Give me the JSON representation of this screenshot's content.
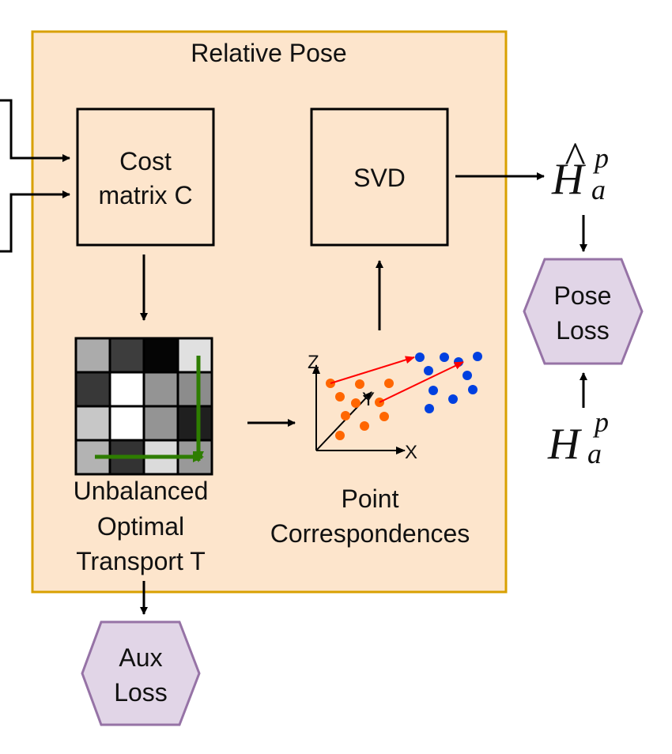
{
  "container": {
    "title": "Relative Pose",
    "fill": "#fde5cc",
    "stroke": "#d8a000"
  },
  "cost_block": {
    "line1": "Cost",
    "line2": "matrix C"
  },
  "svd_block": {
    "label": "SVD"
  },
  "transport": {
    "line1": "Unbalanced",
    "line2": "Optimal",
    "line3": "Transport T",
    "grid_levels": [
      [
        0.67,
        0.24,
        0.02,
        0.88
      ],
      [
        0.22,
        1.0,
        0.58,
        0.55
      ],
      [
        0.78,
        1.0,
        0.58,
        0.12
      ],
      [
        0.7,
        0.2,
        0.86,
        0.6
      ]
    ],
    "arrow_color": "#2e7d00"
  },
  "correspondences": {
    "line1": "Point",
    "line2": "Correspondences",
    "axis_labels": {
      "z": "Z",
      "y": "Y",
      "x": "X"
    },
    "source_color": "#ff6600",
    "target_color": "#0040e0",
    "match_color": "#ff0000"
  },
  "estimate": {
    "base": "H",
    "sup": "p",
    "sub": "a",
    "accent": "^"
  },
  "ground_truth": {
    "base": "H",
    "sup": "p",
    "sub": "a"
  },
  "pose_loss": {
    "line1": "Pose",
    "line2": "Loss"
  },
  "aux_loss": {
    "line1": "Aux",
    "line2": "Loss"
  },
  "hexagon_style": {
    "fill": "#e1d5e7",
    "stroke": "#9673a6"
  }
}
